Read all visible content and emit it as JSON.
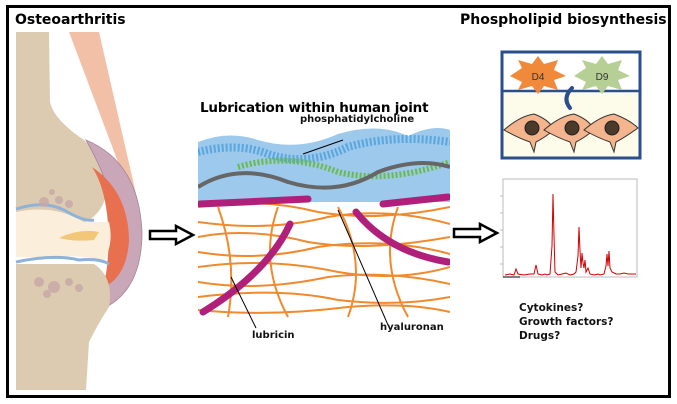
{
  "panels": {
    "left": {
      "title": "Osteoarthritis"
    },
    "center": {
      "title": "Lubrication within human joint",
      "labels": {
        "phosphatidylcholine": "phosphatidylcholine",
        "lubricin": "lubricin",
        "hyaluronan": "hyaluronan"
      }
    },
    "right": {
      "title": "Phospholipid biosynthesis",
      "enzymes": [
        "D4",
        "D9"
      ],
      "questions": [
        "Cytokines?",
        "Growth factors?",
        "Drugs?"
      ]
    }
  },
  "colors": {
    "bone": "#dccbb0",
    "capsule": "#c9a7b8",
    "inflamed": "#e8704e",
    "lipid_blue": "#5aa6de",
    "lipid_green": "#6bbb4a",
    "collagen": "#f08a2c",
    "lubricin": "#b0207a",
    "hyaluronan": "#666666",
    "box_border": "#2b4f8c",
    "d4": "#f0893a",
    "d9": "#b5cf94",
    "cell": "#f3b48e",
    "chromatogram": "#d40000"
  }
}
